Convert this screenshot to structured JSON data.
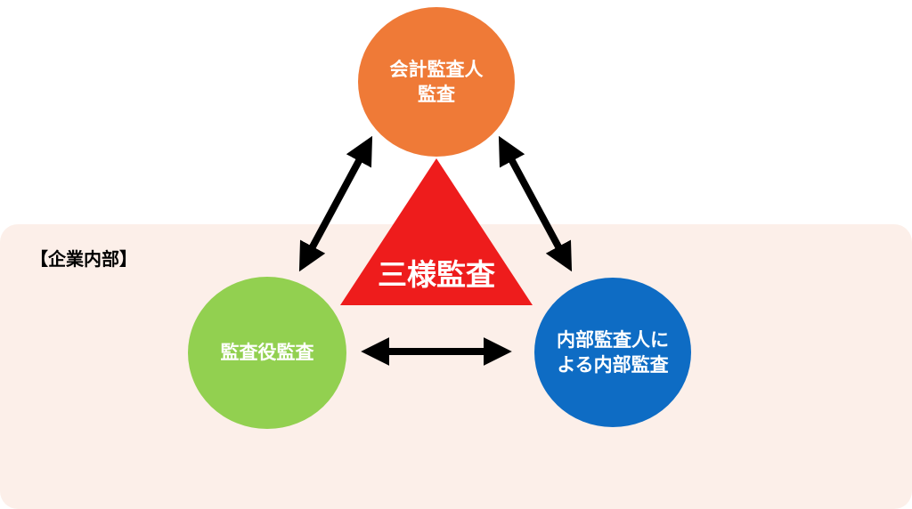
{
  "area_label": "【企業内部】",
  "center_label": "三様監査",
  "nodes": {
    "top": {
      "line1": "会計監査人",
      "line2": "監査",
      "color": "#ef7a37"
    },
    "left": {
      "line1": "監査役監査",
      "color": "#92d050"
    },
    "right": {
      "line1": "内部監査人に",
      "line2": "よる内部監査",
      "color": "#0e6cc4"
    }
  },
  "colors": {
    "triangle": "#ee1c1c",
    "area_background": "#fcefe9",
    "arrow": "#000000"
  }
}
